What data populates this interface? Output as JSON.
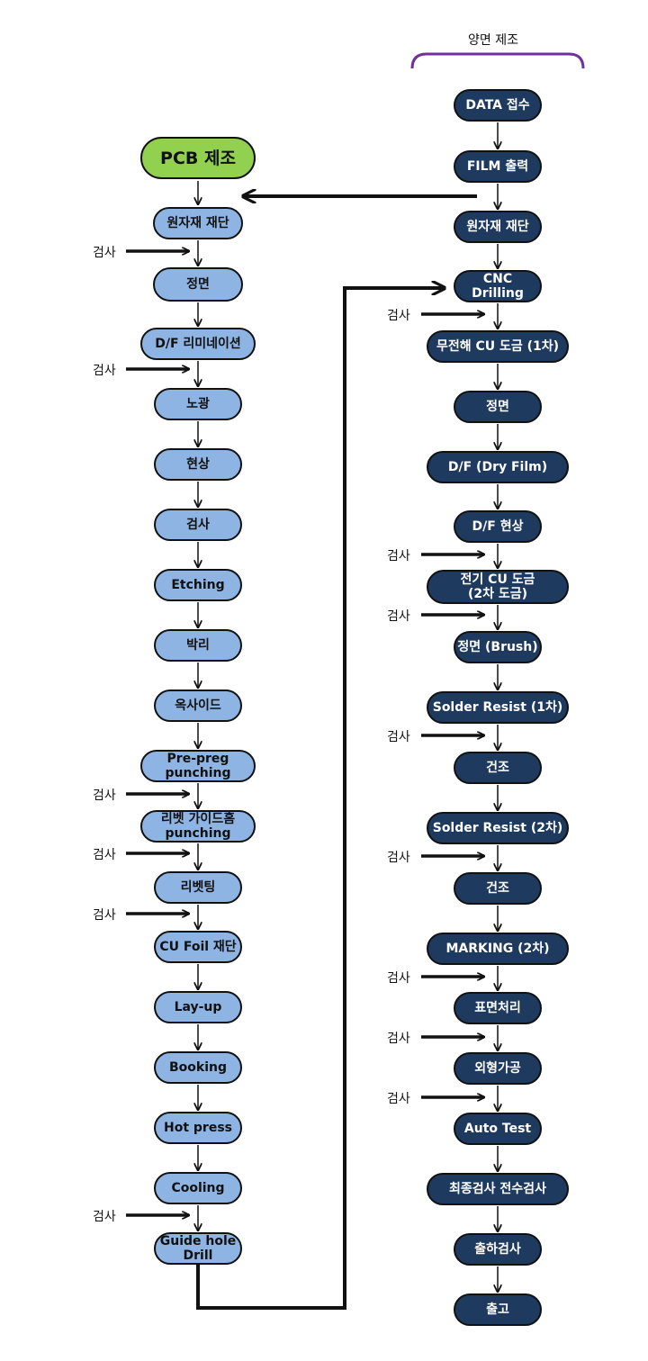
{
  "double_sided_label": "양면 제조",
  "start_label": "PCB 제조",
  "inspect_label": "검사",
  "left_steps": [
    "원자재 재단",
    "정면",
    "D/F 리미네이션",
    "노광",
    "현상",
    "검사",
    "Etching",
    "박리",
    "옥사이드",
    "Pre-preg punching",
    "리벳 가이드홈\npunching",
    "리벳팅",
    "CU Foil 재단",
    "Lay-up",
    "Booking",
    "Hot press",
    "Cooling",
    "Guide hole\nDrill"
  ],
  "right_steps": [
    "DATA 접수",
    "FILM 출력",
    "원자재 재단",
    "CNC Drilling",
    "무전해 CU 도금 (1차)",
    "정면",
    "D/F (Dry Film)",
    "D/F 현상",
    "전기 CU 도금\n(2차 도금)",
    "정면 (Brush)",
    "Solder Resist (1차)",
    "건조",
    "Solder Resist (2차)",
    "건조",
    "MARKING (2차)",
    "표면처리",
    "외형가공",
    "Auto Test",
    "최종검사 전수검사",
    "출하검사",
    "출고"
  ],
  "colors": {
    "start_fill": "#92d050",
    "left_fill": "#8eb4e3",
    "right_fill": "#1f3a5f",
    "right_text": "#ffffff",
    "brace": "#7030a0",
    "outline": "#111111"
  }
}
